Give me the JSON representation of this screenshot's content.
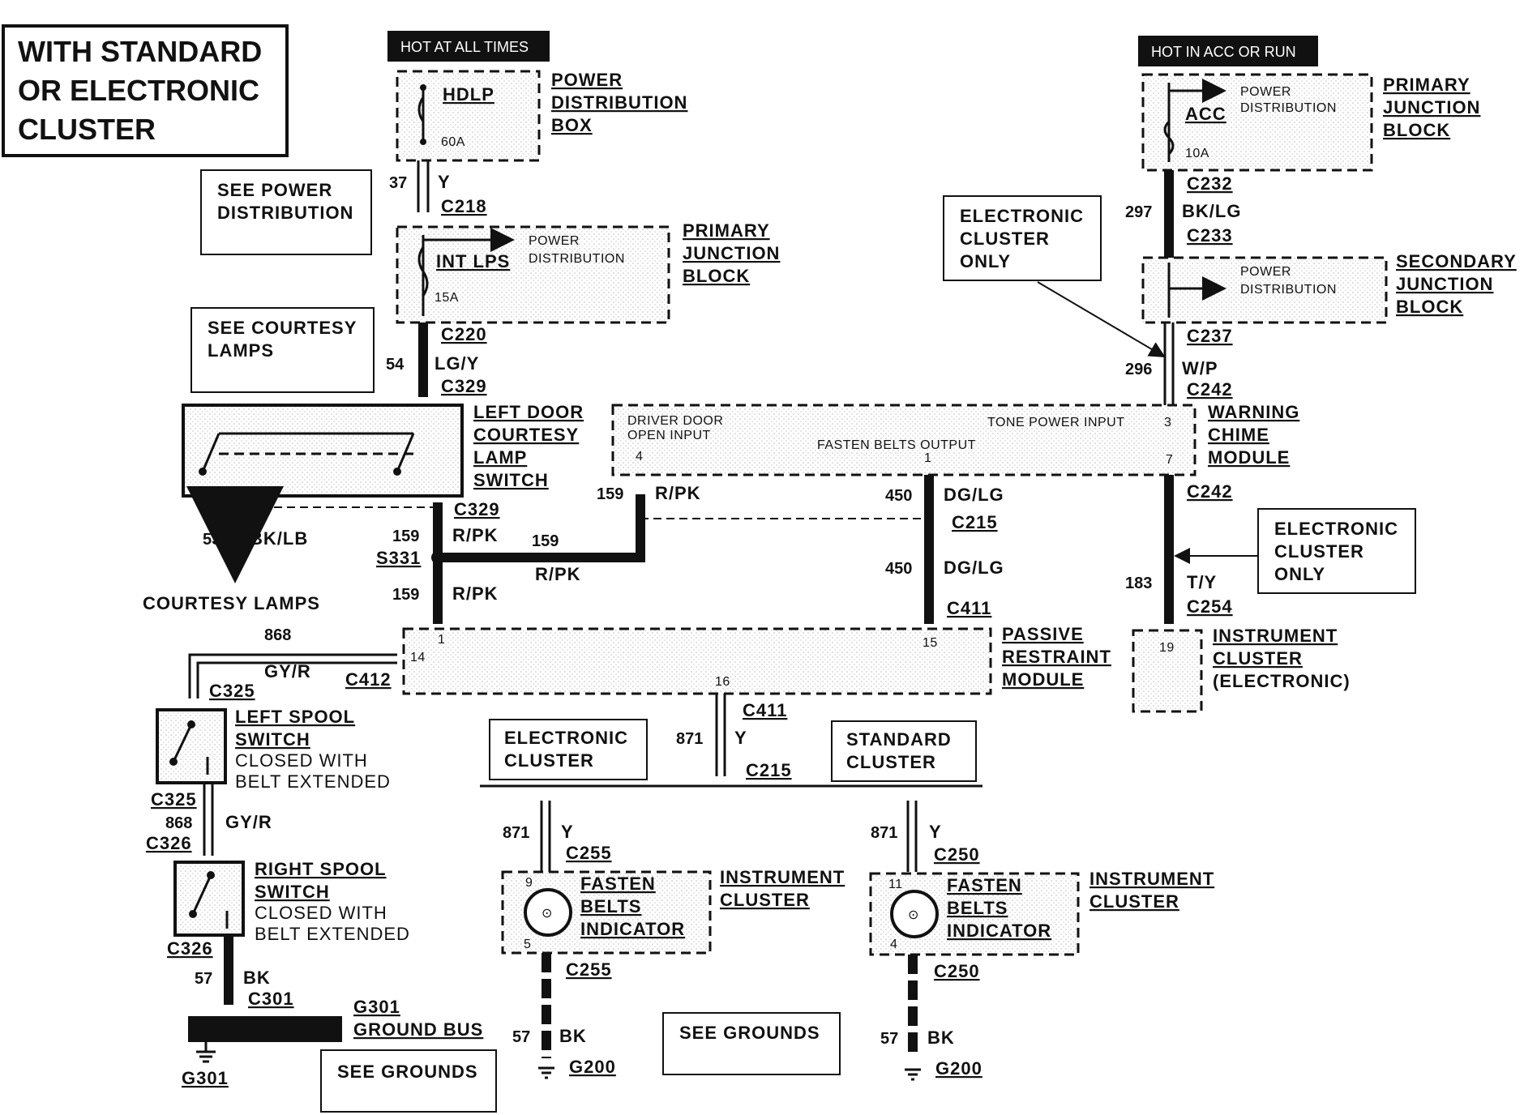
{
  "title_box": [
    "WITH STANDARD",
    "OR ELECTRONIC",
    "CLUSTER"
  ],
  "banners": {
    "hot_at_all_times": "HOT AT ALL TIMES",
    "hot_in_acc_or_run": "HOT IN ACC OR RUN"
  },
  "note_boxes": {
    "see_power_distribution": [
      "SEE POWER",
      "DISTRIBUTION"
    ],
    "see_courtesy_lamps": [
      "SEE COURTESY",
      "LAMPS"
    ],
    "electronic_cluster_only_1": [
      "ELECTRONIC",
      "CLUSTER",
      "ONLY"
    ],
    "electronic_cluster_only_2": [
      "ELECTRONIC",
      "CLUSTER",
      "ONLY"
    ],
    "electronic_cluster": [
      "ELECTRONIC",
      "CLUSTER"
    ],
    "standard_cluster": [
      "STANDARD",
      "CLUSTER"
    ],
    "see_grounds_1": "SEE GROUNDS",
    "see_grounds_2": "SEE GROUNDS"
  },
  "components": {
    "power_distribution_box": [
      "POWER",
      "DISTRIBUTION",
      "BOX"
    ],
    "hdlp_fuse": {
      "name": "HDLP",
      "rating": "60A"
    },
    "primary_junction_block_left": [
      "PRIMARY",
      "JUNCTION",
      "BLOCK"
    ],
    "int_lps_fuse": {
      "name": "INT LPS",
      "rating": "15A",
      "power": [
        "POWER",
        "DISTRIBUTION"
      ]
    },
    "primary_junction_block_right": [
      "PRIMARY",
      "JUNCTION",
      "BLOCK"
    ],
    "acc_fuse": {
      "name": "ACC",
      "rating": "10A",
      "power": [
        "POWER",
        "DISTRIBUTION"
      ]
    },
    "secondary_junction_block": [
      "SECONDARY",
      "JUNCTION",
      "BLOCK"
    ],
    "secondary_power": [
      "POWER",
      "DISTRIBUTION"
    ],
    "left_door_switch": [
      "LEFT DOOR",
      "COURTESY",
      "LAMP",
      "SWITCH"
    ],
    "warning_chime_module": [
      "WARNING",
      "CHIME",
      "MODULE"
    ],
    "chime_inputs": {
      "driver_door": [
        "DRIVER DOOR",
        "OPEN INPUT"
      ],
      "tone_power": "TONE POWER INPUT",
      "fasten_belts_output": "FASTEN BELTS OUTPUT",
      "pin_4": "4",
      "pin_3": "3",
      "pin_1": "1",
      "pin_7": "7"
    },
    "passive_restraint_module": [
      "PASSIVE",
      "RESTRAINT",
      "MODULE"
    ],
    "prm_pins": {
      "p1": "1",
      "p15": "15",
      "p14": "14",
      "p16": "16"
    },
    "instrument_cluster_electronic": [
      "INSTRUMENT",
      "CLUSTER",
      "(ELECTRONIC)"
    ],
    "ic_pin": "19",
    "left_spool_switch": {
      "name": [
        "LEFT SPOOL",
        "SWITCH"
      ],
      "desc": [
        "CLOSED WITH",
        "BELT EXTENDED"
      ]
    },
    "right_spool_switch": {
      "name": [
        "RIGHT SPOOL",
        "SWITCH"
      ],
      "desc": [
        "CLOSED WITH",
        "BELT EXTENDED"
      ]
    },
    "ground_bus": [
      "G301",
      "GROUND BUS"
    ],
    "fasten_belts_indicator_1": {
      "name": [
        "FASTEN",
        "BELTS",
        "INDICATOR"
      ],
      "pin_top": "9",
      "pin_bottom": "5"
    },
    "fasten_belts_indicator_2": {
      "name": [
        "FASTEN",
        "BELTS",
        "INDICATOR"
      ],
      "pin_top": "11",
      "pin_bottom": "4"
    },
    "instrument_cluster_1": [
      "INSTRUMENT",
      "CLUSTER"
    ],
    "instrument_cluster_2": [
      "INSTRUMENT",
      "CLUSTER"
    ],
    "courtesy_lamps": "COURTESY LAMPS"
  },
  "wires": {
    "w37": {
      "num": "37",
      "color": "Y"
    },
    "w54": {
      "num": "54",
      "color": "LG/Y"
    },
    "w53": {
      "num": "53",
      "color": "BK/LB"
    },
    "w159a": {
      "num": "159",
      "color": "R/PK"
    },
    "w159b": {
      "num": "159",
      "color": "R/PK"
    },
    "w159c": {
      "num": "159",
      "color": "R/PK"
    },
    "w159d": {
      "num": "159",
      "color": "R/PK"
    },
    "w450a": {
      "num": "450",
      "color": "DG/LG"
    },
    "w450b": {
      "num": "450",
      "color": "DG/LG"
    },
    "w297": {
      "num": "297",
      "color": "BK/LG"
    },
    "w296": {
      "num": "296",
      "color": "W/P"
    },
    "w183": {
      "num": "183",
      "color": "T/Y"
    },
    "w868a": {
      "num": "868",
      "color": "GY/R"
    },
    "w868b": {
      "num": "868",
      "color": "GY/R"
    },
    "w871a": {
      "num": "871",
      "color": "Y"
    },
    "w871b": {
      "num": "871",
      "color": "Y"
    },
    "w871c": {
      "num": "871",
      "color": "Y"
    },
    "w57a": {
      "num": "57",
      "color": "BK"
    },
    "w57b": {
      "num": "57",
      "color": "BK"
    },
    "w57c": {
      "num": "57",
      "color": "BK"
    }
  },
  "connectors": {
    "c218": "C218",
    "c220": "C220",
    "c329a": "C329",
    "c329b": "C329",
    "s331": "S331",
    "c232": "C232",
    "c233": "C233",
    "c237": "C237",
    "c242a": "C242",
    "c242b": "C242",
    "c215a": "C215",
    "c411a": "C411",
    "c254": "C254",
    "c412": "C412",
    "c325a": "C325",
    "c325b": "C325",
    "c326a": "C326",
    "c326b": "C326",
    "c301": "C301",
    "c411b": "C411",
    "c215b": "C215",
    "c255a": "C255",
    "c255b": "C255",
    "c250a": "C250",
    "c250b": "C250",
    "g301": "G301",
    "g200a": "G200",
    "g200b": "G200"
  }
}
